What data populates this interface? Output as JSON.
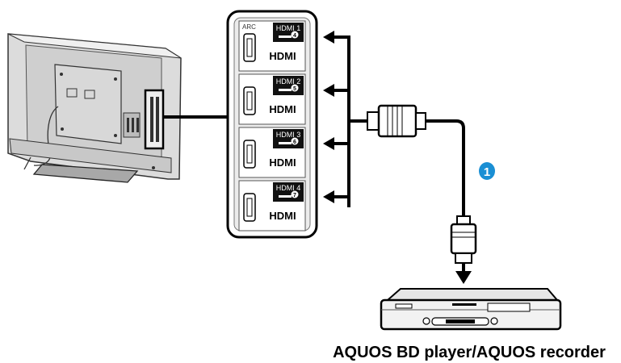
{
  "ports": [
    {
      "label": "HDMI 1",
      "num": "4",
      "logo": "HDMI",
      "extra": "ARC"
    },
    {
      "label": "HDMI 2",
      "num": "5",
      "logo": "HDMI"
    },
    {
      "label": "HDMI 3",
      "num": "6",
      "logo": "HDMI"
    },
    {
      "label": "HDMI 4",
      "num": "7",
      "logo": "HDMI"
    }
  ],
  "callout": "1",
  "device_caption": "AQUOS BD player/AQUOS recorder",
  "colors": {
    "callout": "#1a8fd4",
    "line": "#000000",
    "panel": "#e8e8e8"
  },
  "icons": [
    "tv-back-icon",
    "hdmi-panel-icon",
    "hdmi-plug-icon",
    "bd-player-icon",
    "arrow-icon"
  ]
}
